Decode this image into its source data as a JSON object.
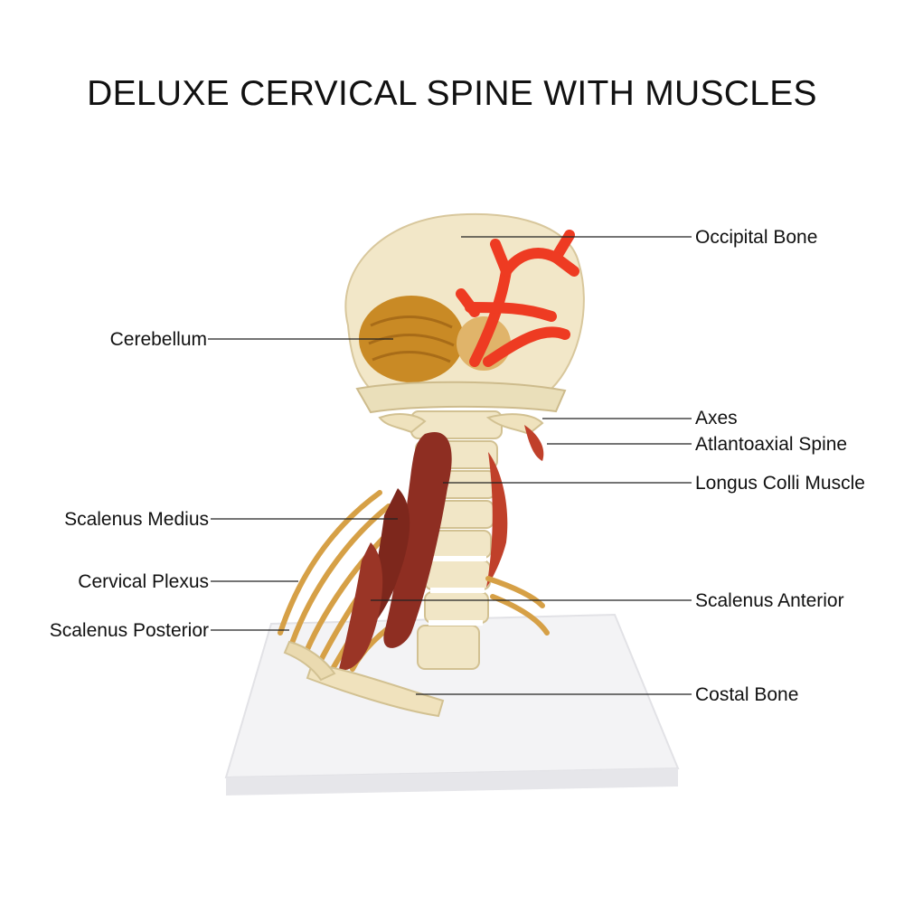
{
  "title": "DELUXE CERVICAL SPINE WITH MUSCLES",
  "labels": {
    "occipital_bone": "Occipital Bone",
    "cerebellum": "Cerebellum",
    "axes": "Axes",
    "atlantoaxial_spine": "Atlantoaxial Spine",
    "longus_colli_muscle": "Longus Colli Muscle",
    "scalenus_medius": "Scalenus Medius",
    "cervical_plexus": "Cervical Plexus",
    "scalenus_anterior": "Scalenus Anterior",
    "scalenus_posterior": "Scalenus Posterior",
    "costal_bone": "Costal Bone"
  },
  "colors": {
    "bone": "#f1e6c6",
    "cerebellum": "#c98a25",
    "artery": "#ee3b22",
    "muscle": "#8e2e22",
    "nerve": "#d8a24a",
    "base": "#f2f2f4"
  }
}
